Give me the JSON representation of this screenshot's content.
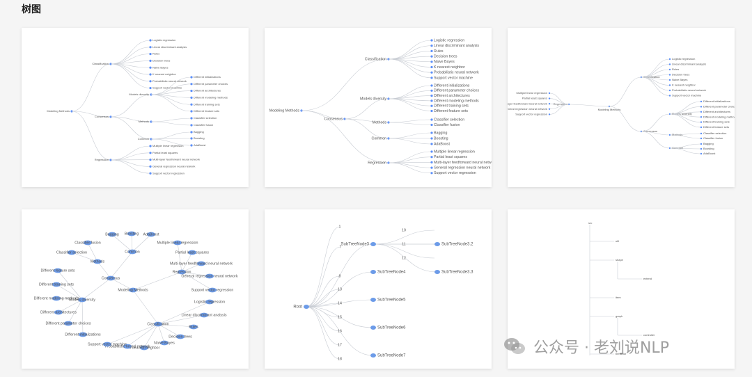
{
  "page": {
    "title": "树图"
  },
  "cards": [
    {
      "name": "tree-horizontal-small",
      "root": "Modeling Methods"
    },
    {
      "name": "tree-horizontal-large",
      "root": "Modeling Methods"
    },
    {
      "name": "tree-radial-mindmap",
      "root": "Modeling Methods"
    },
    {
      "name": "force-graph",
      "root": "Modeling Methods"
    },
    {
      "name": "subtree-chart",
      "root": "Root"
    },
    {
      "name": "indented-tree",
      "root": "src"
    }
  ],
  "tree": {
    "root": "Modeling Methods",
    "groups": [
      {
        "label": "Classification",
        "children": [
          "Logistic regression",
          "Linear discriminant analysis",
          "Rules",
          "Decision trees",
          "Naive Bayes",
          "K nearest neighbor",
          "Probabilistic neural network",
          "Support vector machine"
        ]
      },
      {
        "label": "Consensus",
        "subgroups": [
          {
            "label": "Models diversity",
            "children": [
              "Different initializations",
              "Different parameter choices",
              "Different architectures",
              "Different modeling methods",
              "Different training sets",
              "Different feature sets"
            ]
          },
          {
            "label": "Methods",
            "children": [
              "Classifier selection",
              "Classifier fusion"
            ]
          },
          {
            "label": "Common",
            "children": [
              "Bagging",
              "Boosting",
              "AdaBoost"
            ]
          }
        ]
      },
      {
        "label": "Regression",
        "children": [
          "Multiple linear regression",
          "Partial least squares",
          "Multi-layer feedforward neural network",
          "General regression neural network",
          "Support vector regression"
        ]
      }
    ]
  },
  "subtree": {
    "root": "Root",
    "nodes": [
      "SubTreeNode3",
      "SubTreeNode3.2",
      "SubTreeNode3.3",
      "SubTreeNode4",
      "SubTreeNode5",
      "SubTreeNode6",
      "SubTreeNode7"
    ],
    "numbers": [
      "1",
      "7",
      "10",
      "11",
      "12",
      "8",
      "13",
      "14",
      "15",
      "16",
      "17",
      "18"
    ]
  },
  "indented": {
    "items": [
      "src",
      "util",
      "shape",
      "extend",
      "item",
      "graph",
      "controller",
      "behavior"
    ]
  },
  "watermark": {
    "text": "公众号 · 老刘说NLP"
  }
}
